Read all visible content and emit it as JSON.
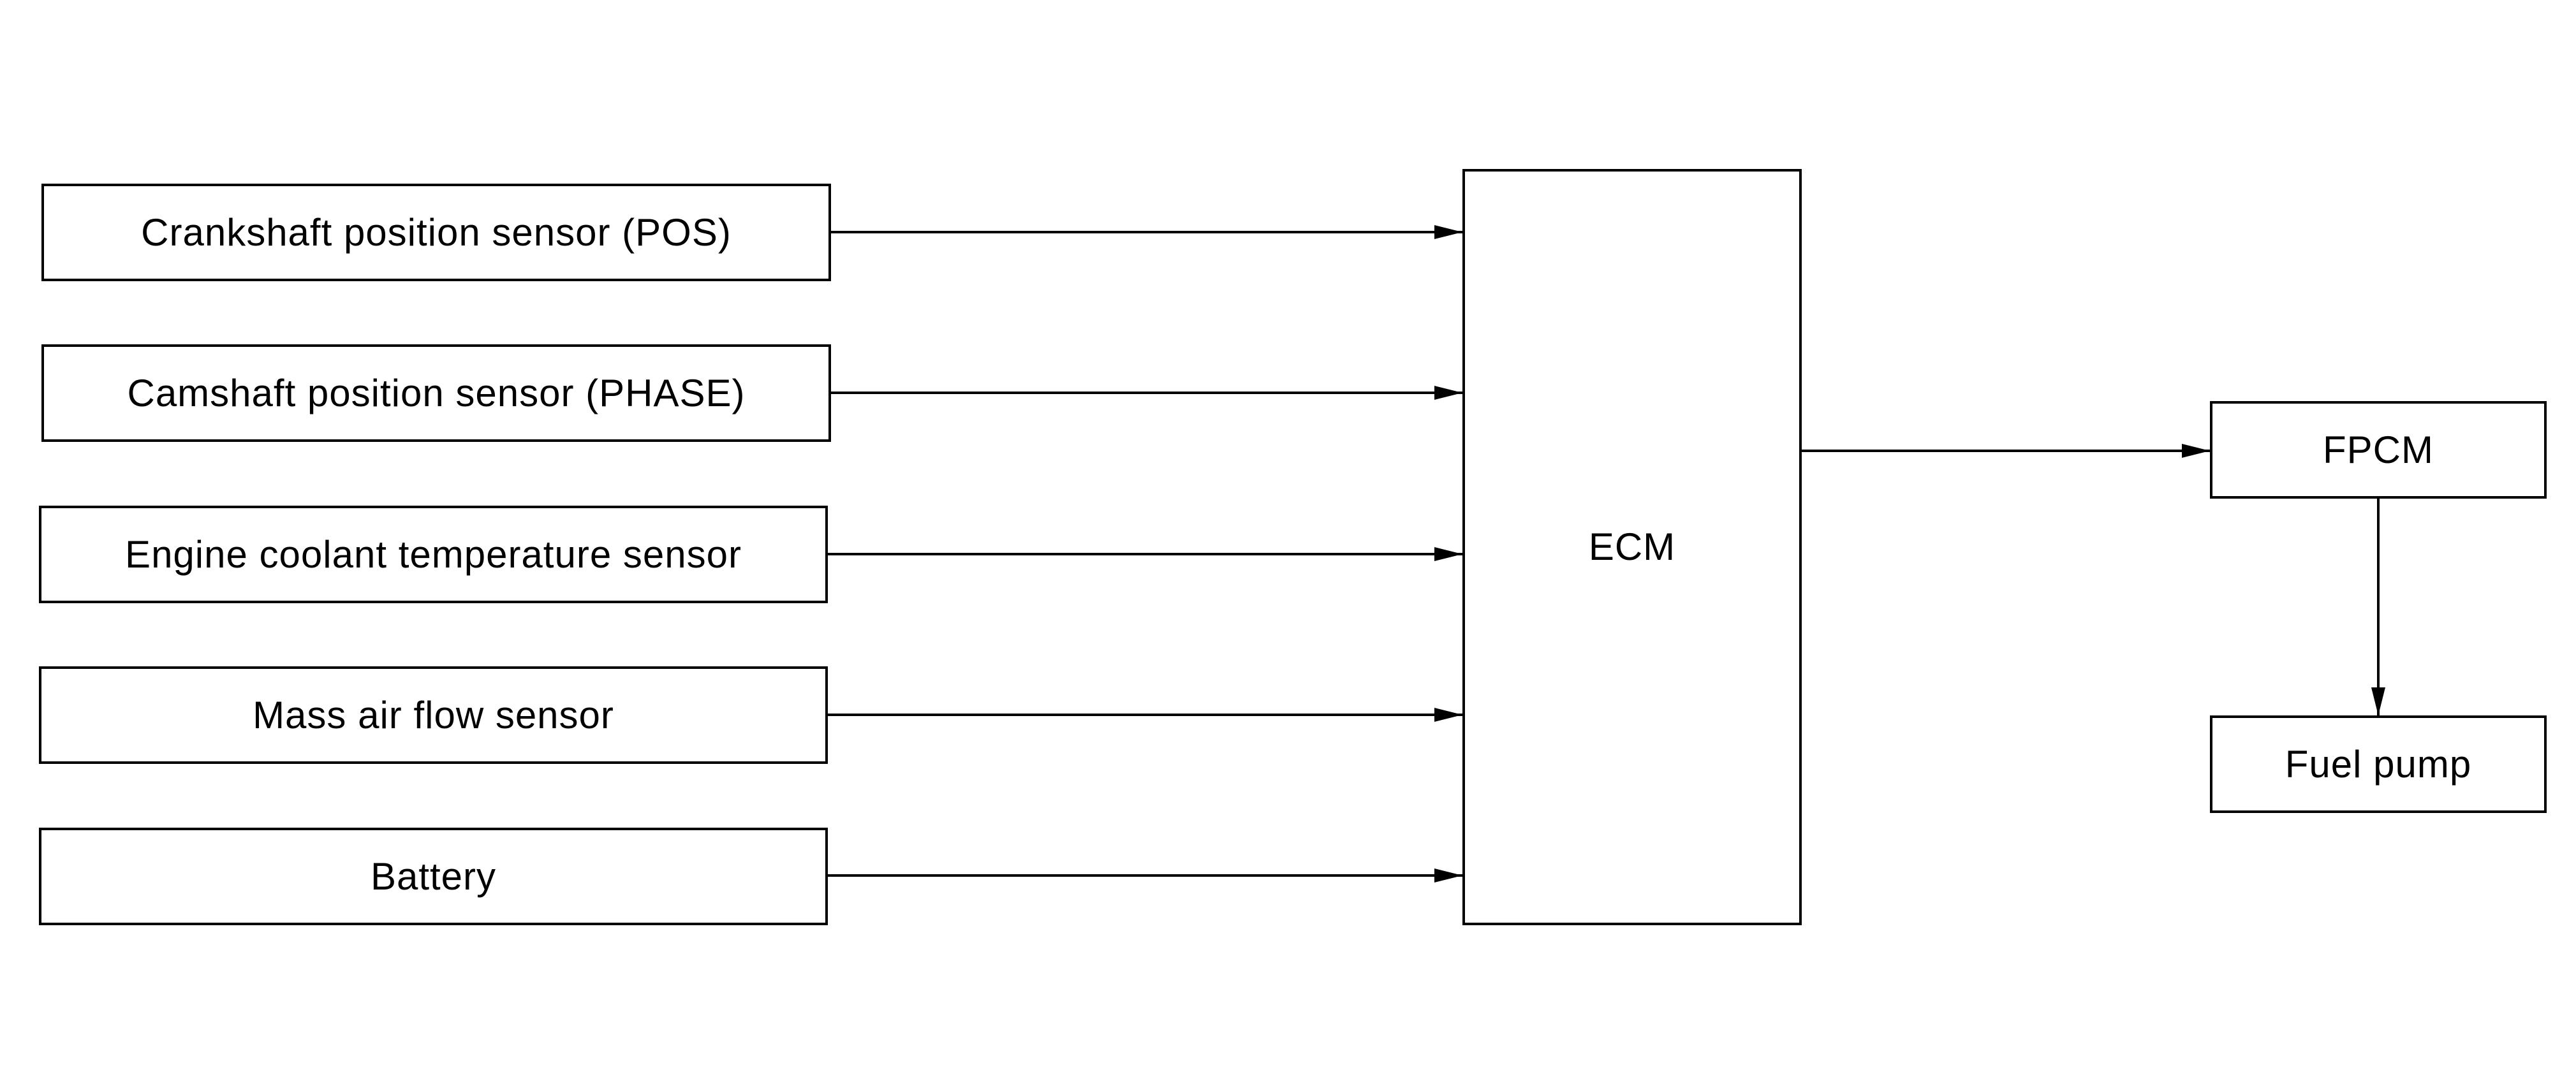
{
  "diagram": {
    "inputs": [
      {
        "label": "Crankshaft position sensor (POS)"
      },
      {
        "label": "Camshaft position sensor (PHASE)"
      },
      {
        "label": "Engine coolant temperature sensor"
      },
      {
        "label": "Mass air flow sensor"
      },
      {
        "label": "Battery"
      }
    ],
    "controller": {
      "label": "ECM"
    },
    "module": {
      "label": "FPCM"
    },
    "output": {
      "label": "Fuel pump"
    },
    "colors": {
      "stroke": "#000000",
      "text": "#000000",
      "background": "#ffffff"
    }
  }
}
